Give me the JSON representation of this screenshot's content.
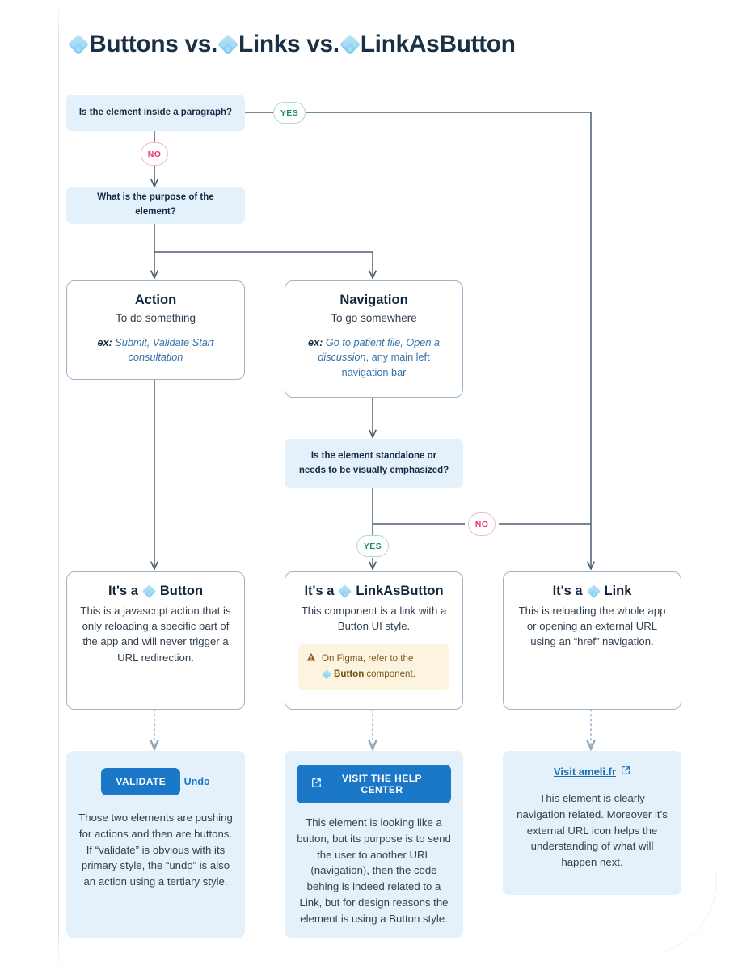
{
  "title": {
    "part1": "Buttons vs. ",
    "part2": "Links vs. ",
    "part3": "LinkAsButton"
  },
  "colors": {
    "accent_blue": "#1b78c8",
    "box_blue_bg": "#e4f0fa",
    "card_border": "#9db4c8",
    "yes_green": "#1f8a6d",
    "no_pink": "#e23a6b",
    "callout_bg": "#fdf4e0",
    "callout_text": "#7d5a1f",
    "wire": "#4d5f72"
  },
  "decisions": {
    "paragraph": "Is the element inside a paragraph?",
    "purpose": "What is the purpose of the element?",
    "standalone_line1": "Is the element standalone or",
    "standalone_line2": "needs to be visually emphasized?"
  },
  "edges": {
    "yes": "YES",
    "no": "NO"
  },
  "branches": {
    "action": {
      "title": "Action",
      "subtitle": "To do something",
      "ex_label": "ex:",
      "ex_text": " Submit, Validate Start consultation"
    },
    "navigation": {
      "title": "Navigation",
      "subtitle": "To go somewhere",
      "ex_label": "ex:",
      "ex_text_italic": " Go to patient file, Open a discussion",
      "ex_text_rest": ", any main left navigation bar"
    }
  },
  "results": {
    "button": {
      "title_prefix": "It's a ",
      "title_name": "Button",
      "body": "This is a javascript action that is only reloading a specific part of the app and will never trigger a URL redirection."
    },
    "linkasbutton": {
      "title_prefix": "It's a ",
      "title_name": "LinkAsButton",
      "body": "This component is a link with a Button UI style.",
      "callout_line1": "On Figma, refer to the",
      "callout_line2_bold": "Button",
      "callout_line2_rest": " component."
    },
    "link": {
      "title_prefix": "It's a ",
      "title_name": "Link",
      "body": "This is reloading the whole app or opening an external URL using an “href” navigation."
    }
  },
  "examples": {
    "button": {
      "primary_label": "VALIDATE",
      "tertiary_label": "Undo",
      "text": "Those two elements are pushing for actions and then are buttons. If “validate” is obvious with its primary style, the “undo” is also an action using a tertiary style."
    },
    "linkasbutton": {
      "primary_label": "VISIT THE HELP CENTER",
      "text": "This element is looking like a button, but its purpose is to send the user to another URL (navigation), then the code behing is indeed related to a Link, but for design reasons the element is using a Button style."
    },
    "link": {
      "link_label": "Visit ameli.fr",
      "text": "This element is clearly navigation related. Moreover it’s external URL icon helps the understanding of what will happen next."
    }
  }
}
